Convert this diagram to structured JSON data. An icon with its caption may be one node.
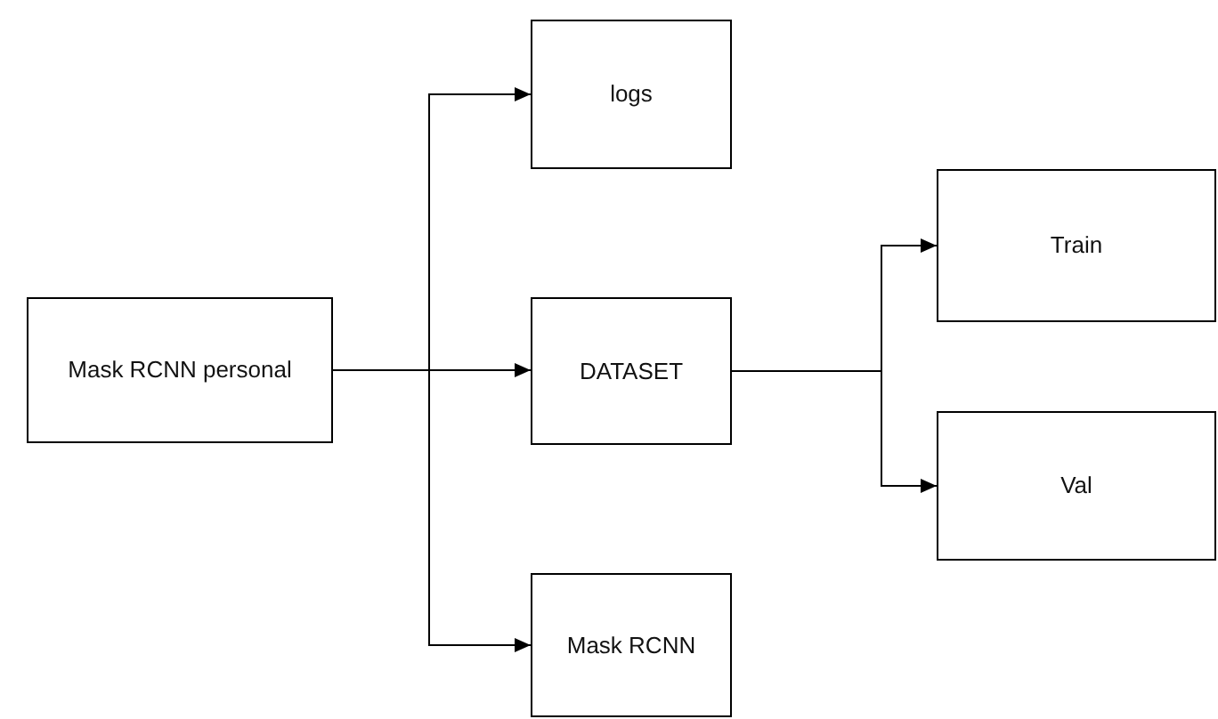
{
  "diagram": {
    "nodes": [
      {
        "text": [
          "Mask RCNN personal"
        ]
      },
      {
        "text": [
          "logs"
        ]
      },
      {
        "text": [
          "DATASET"
        ]
      },
      {
        "text": [
          "Mask RCNN"
        ]
      },
      {
        "text": [
          "Train"
        ]
      },
      {
        "text": [
          "Val"
        ]
      }
    ],
    "edges": [
      {
        "from": 0,
        "to": 1,
        "arrow": "to"
      },
      {
        "from": 0,
        "to": 2,
        "arrow": "to"
      },
      {
        "from": 0,
        "to": 3,
        "arrow": "to"
      },
      {
        "from": 2,
        "to": 4,
        "arrow": "to"
      },
      {
        "from": 2,
        "to": 5,
        "arrow": "to"
      }
    ]
  }
}
